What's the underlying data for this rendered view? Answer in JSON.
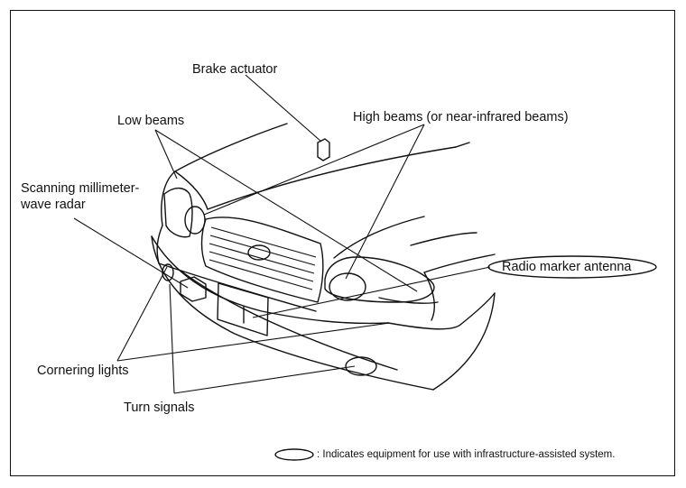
{
  "labels": {
    "brake_actuator": "Brake actuator",
    "low_beams": "Low beams",
    "high_beams": "High beams (or near-infrared beams)",
    "scanning_radar_line1": "Scanning millimeter-",
    "scanning_radar_line2": "wave radar",
    "radio_marker_antenna": "Radio marker antenna",
    "cornering_lights": "Cornering lights",
    "turn_signals": "Turn signals"
  },
  "legend": {
    "text": ": Indicates equipment for use with infrastructure-assisted system."
  }
}
